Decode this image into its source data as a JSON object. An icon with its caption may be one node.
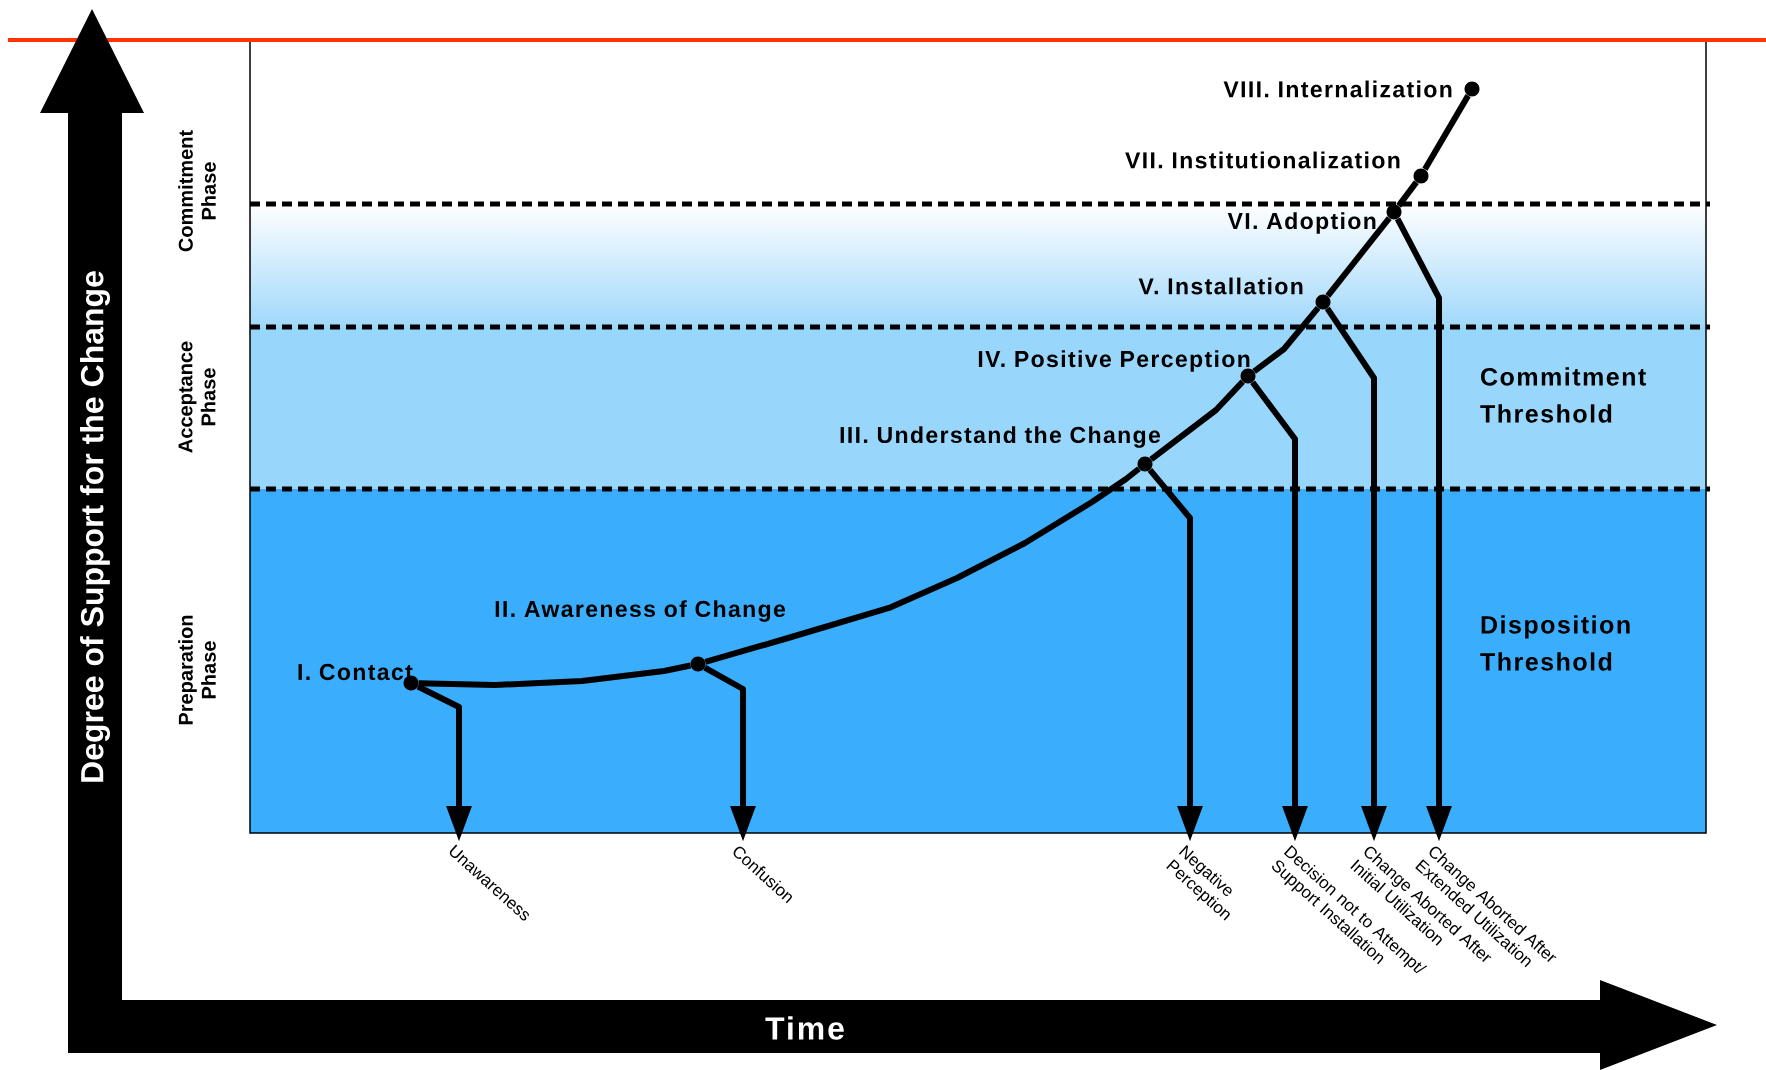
{
  "diagram": {
    "nodes": [
      {
        "text": [
          "I. Contact"
        ]
      },
      {
        "text": [
          "II. Awareness of Change"
        ]
      },
      {
        "text": [
          "III. Understand the Change"
        ]
      },
      {
        "text": [
          "IV. Positive Perception"
        ]
      },
      {
        "text": [
          "V. Installation"
        ]
      },
      {
        "text": [
          "VI. Adoption"
        ]
      },
      {
        "text": [
          "VII. Institutionalization"
        ]
      },
      {
        "text": [
          "VIII. Internalization"
        ]
      },
      {
        "text": [
          "Unawareness"
        ]
      },
      {
        "text": [
          "Confusion"
        ]
      },
      {
        "text": [
          "Negative Perception"
        ]
      },
      {
        "text": [
          "Decision not to Attempt/ Support Installation"
        ]
      },
      {
        "text": [
          "Change Aborted After Initial Utilization"
        ]
      },
      {
        "text": [
          "Change Aborted After Extended Utilization"
        ]
      }
    ],
    "edges": [
      {
        "from": 0,
        "to": 1,
        "arrow": "none"
      },
      {
        "from": 1,
        "to": 2,
        "arrow": "none"
      },
      {
        "from": 2,
        "to": 3,
        "arrow": "none"
      },
      {
        "from": 3,
        "to": 4,
        "arrow": "none"
      },
      {
        "from": 4,
        "to": 5,
        "arrow": "none"
      },
      {
        "from": 5,
        "to": 6,
        "arrow": "none"
      },
      {
        "from": 6,
        "to": 7,
        "arrow": "none"
      },
      {
        "from": 0,
        "to": 8,
        "arrow": "to"
      },
      {
        "from": 1,
        "to": 9,
        "arrow": "to"
      },
      {
        "from": 2,
        "to": 10,
        "arrow": "to"
      },
      {
        "from": 3,
        "to": 11,
        "arrow": "to"
      },
      {
        "from": 4,
        "to": 12,
        "arrow": "to"
      },
      {
        "from": 5,
        "to": 13,
        "arrow": "to"
      }
    ],
    "labels": [
      "Degree of Support for the Change",
      "Commitment Phase",
      "Acceptance Phase",
      "Preparation Phase",
      "Commitment Threshold",
      "Disposition Threshold",
      "Time"
    ]
  }
}
